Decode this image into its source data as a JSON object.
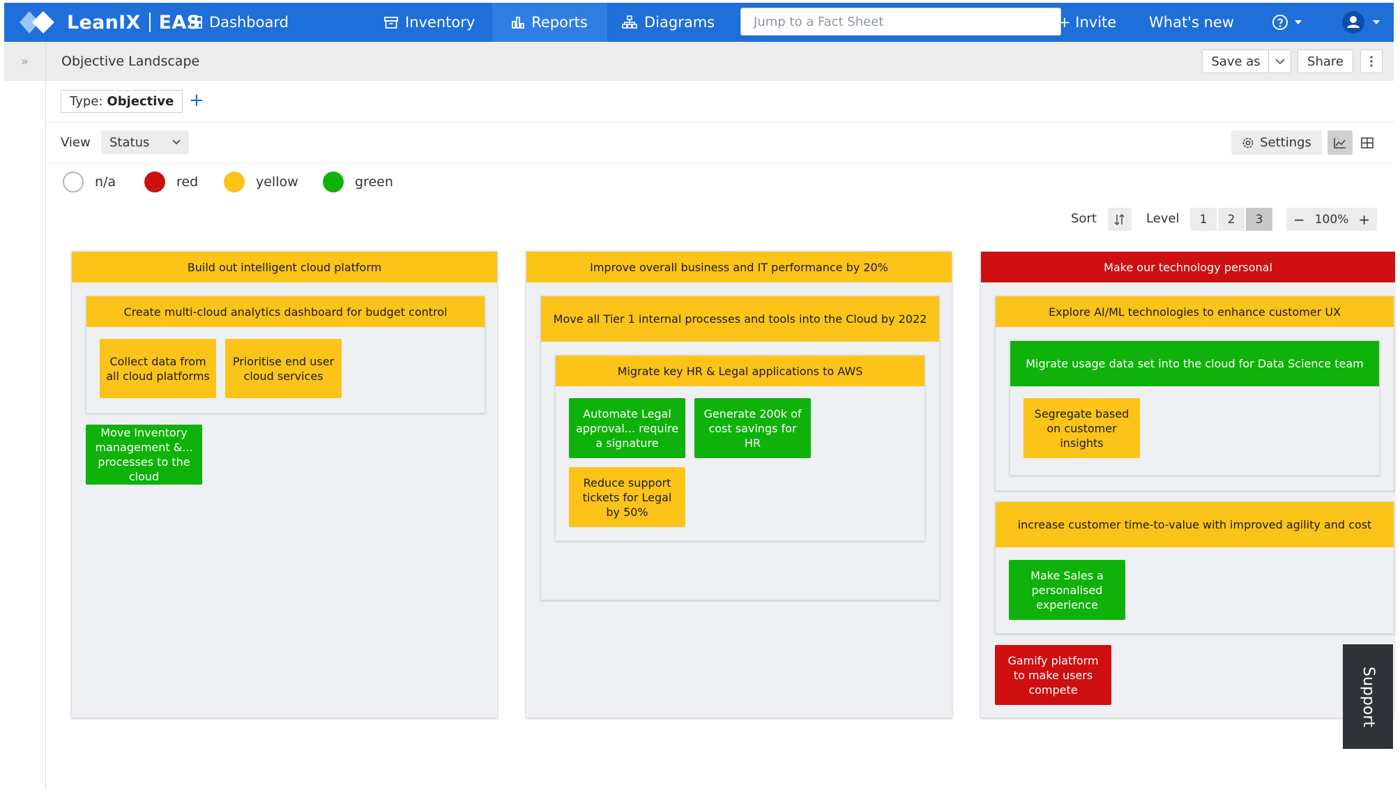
{
  "brand": {
    "name": "LeanIX",
    "product": "EAS"
  },
  "nav": {
    "items": [
      {
        "label": "Dashboard",
        "icon": "grid-icon"
      },
      {
        "label": "Inventory",
        "icon": "inventory-icon"
      },
      {
        "label": "Reports",
        "icon": "bar-chart-icon",
        "active": true
      },
      {
        "label": "Diagrams",
        "icon": "sitemap-icon"
      }
    ],
    "search_placeholder": "Jump to a Fact Sheet",
    "invite": "+ Invite",
    "whats_new": "What's new",
    "help_icon": "question-circle-icon",
    "user_icon": "user-avatar-icon"
  },
  "report": {
    "title": "Objective Landscape",
    "save_as": "Save as",
    "share": "Share"
  },
  "filter": {
    "type_label": "Type:",
    "type_value": "Objective",
    "add": "+"
  },
  "view": {
    "label": "View",
    "selected": "Status",
    "settings": "Settings"
  },
  "legend": [
    {
      "label": "n/a",
      "color": "#ffffff"
    },
    {
      "label": "red",
      "color": "#ce0f0f"
    },
    {
      "label": "yellow",
      "color": "#fcc419"
    },
    {
      "label": "green",
      "color": "#0fb20a"
    }
  ],
  "controls": {
    "sort": "Sort",
    "level": "Level",
    "levels": [
      "1",
      "2",
      "3"
    ],
    "active_level": "3",
    "zoom": "100%",
    "zoom_out": "−",
    "zoom_in": "+"
  },
  "board": {
    "col1": {
      "title": "Build out intelligent cloud platform",
      "group1": {
        "title": "Create multi-cloud analytics dashboard for budget control",
        "leaves": [
          "Collect data from all cloud platforms",
          "Prioritise end user cloud services"
        ]
      },
      "loose": [
        "Move Inventory management &... processes to the cloud"
      ]
    },
    "col2": {
      "title": "Improve overall business and IT performance by 20%",
      "group1": {
        "title": "Move all Tier 1 internal processes and tools into the Cloud by 2022",
        "group1": {
          "title": "Migrate key HR & Legal applications to AWS",
          "leaves": [
            "Automate Legal approval... require a signature",
            "Generate 200k of cost savings for HR",
            "Reduce support tickets for Legal by 50%"
          ]
        }
      }
    },
    "col3": {
      "title": "Make our technology personal",
      "group1": {
        "title": "Explore AI/ML technologies to enhance customer UX",
        "group1": {
          "title": "Migrate usage data set into the cloud for Data Science team",
          "leaves": [
            "Segregate based on customer insights"
          ]
        }
      },
      "group2": {
        "title": "increase customer time-to-value with improved agility and cost",
        "leaves": [
          "Make Sales a personalised experience"
        ]
      },
      "loose": [
        "Gamify platform to make users compete"
      ]
    }
  },
  "support": "Support"
}
